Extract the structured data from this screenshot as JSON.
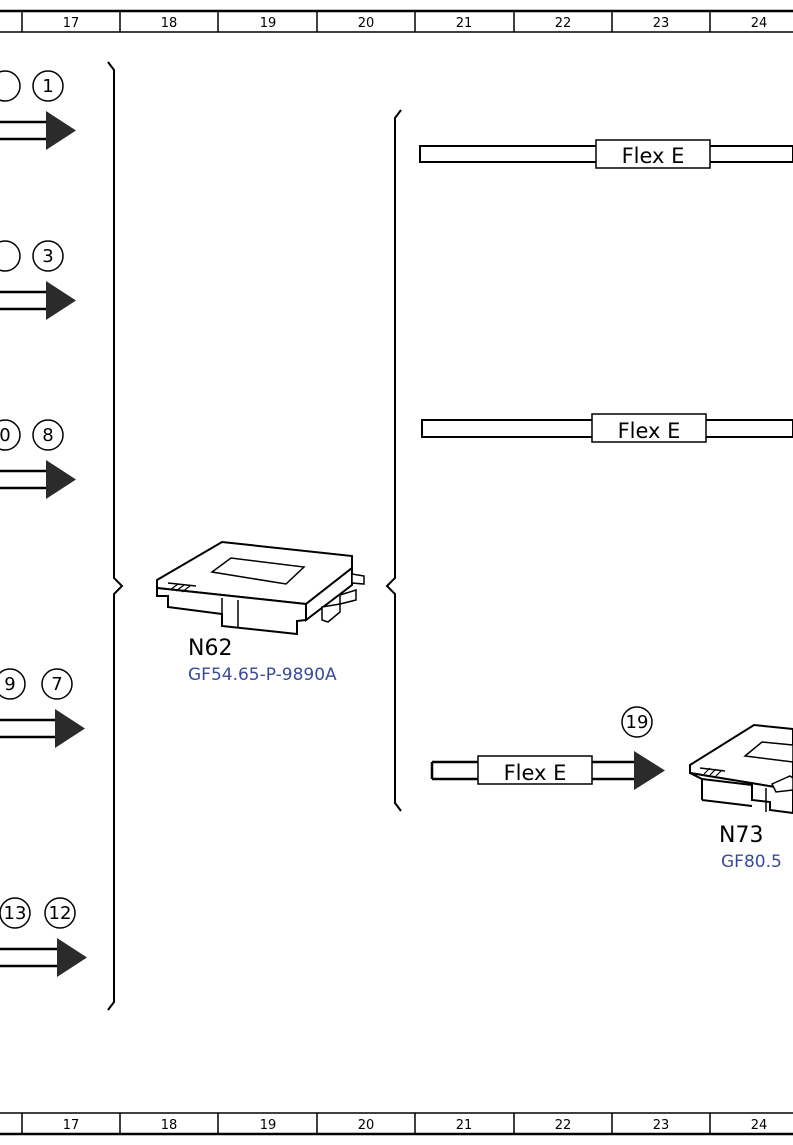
{
  "grid_columns": [
    "17",
    "18",
    "19",
    "20",
    "21",
    "22",
    "23",
    "24"
  ],
  "connectors_left": [
    {
      "number": "1",
      "partial": ""
    },
    {
      "number": "3",
      "partial": ""
    },
    {
      "number": "8",
      "partial": "0"
    },
    {
      "number": "7",
      "partial": "9"
    },
    {
      "number": "12",
      "partial": "13"
    }
  ],
  "wires": [
    {
      "label": "Flex E"
    },
    {
      "label": "Flex E"
    },
    {
      "label": "Flex E"
    }
  ],
  "connector_19": "19",
  "components": [
    {
      "code": "N62",
      "reference": "GF54.65-P-9890A"
    },
    {
      "code": "N73",
      "reference": "GF80.5"
    }
  ],
  "colors": {
    "line": "#000000",
    "arrow_fill": "#2b2b2b",
    "reference_link": "#3a4a9a"
  }
}
